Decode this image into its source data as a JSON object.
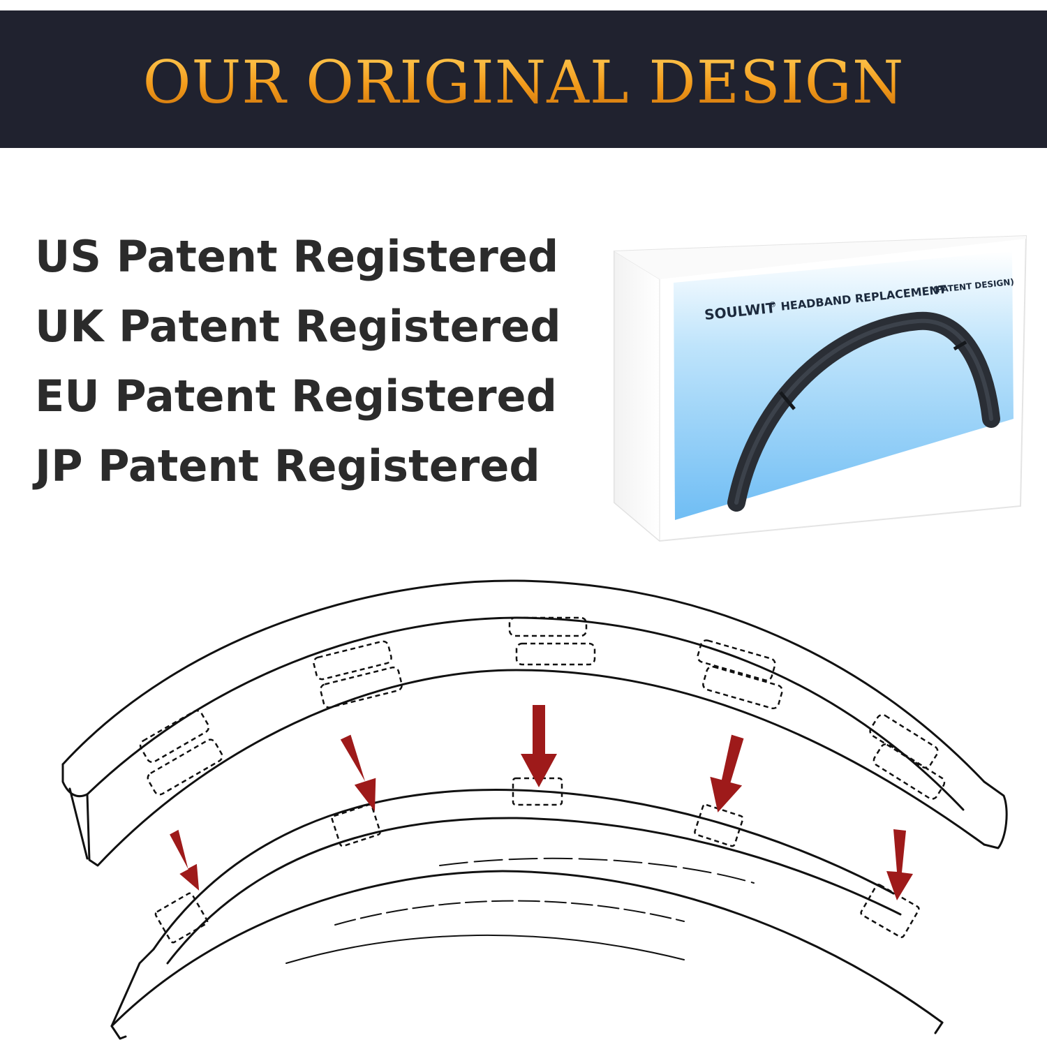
{
  "banner": {
    "title": "OUR ORIGINAL DESIGN"
  },
  "patents": [
    "US Patent Registered",
    "UK Patent Registered",
    "EU Patent Registered",
    "JP Patent Registered"
  ],
  "package": {
    "brand": "SOULWIT",
    "registered_mark": "®",
    "product": "HEADBAND REPLACEMENT",
    "note": "(PATENT DESIGN)"
  },
  "colors": {
    "banner_bg": "#20222f",
    "title_gold": "#f29a1a",
    "arrow_red": "#9e1a1a",
    "text_dark": "#2b2b2b",
    "sky_blue": "#7cc4f6"
  }
}
